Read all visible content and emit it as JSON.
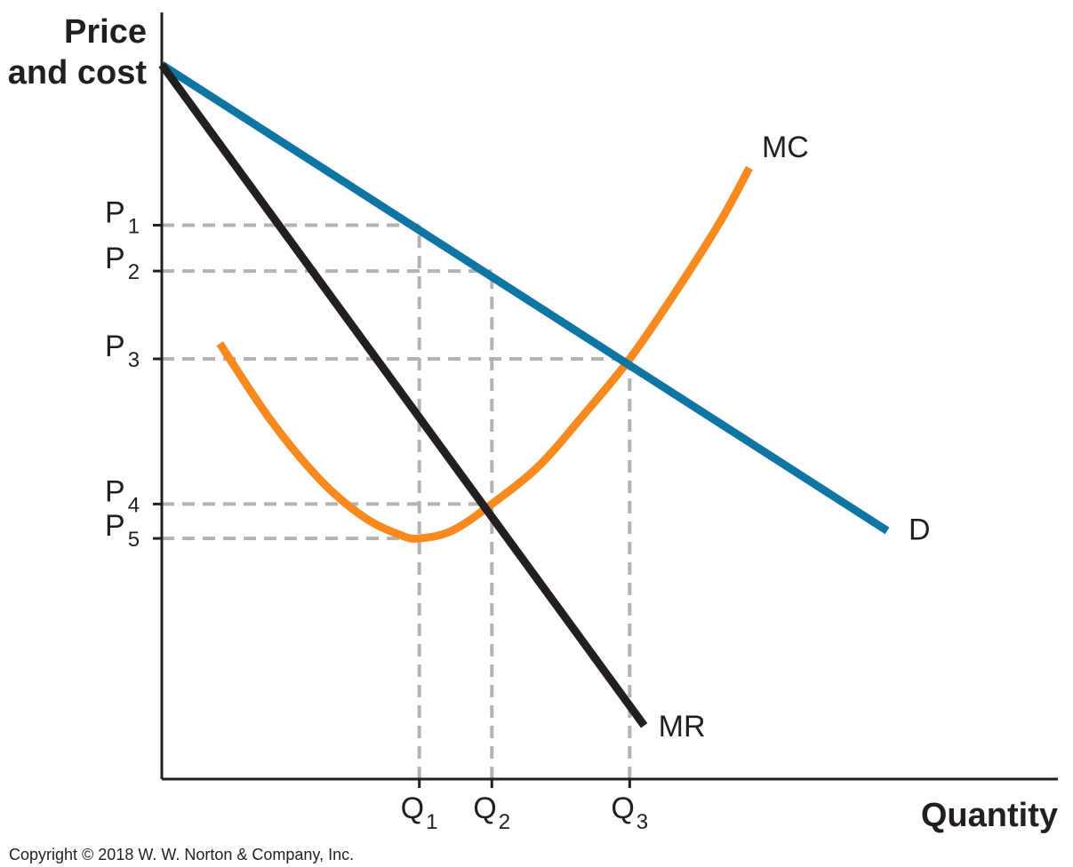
{
  "chart_data": {
    "type": "line",
    "ylabel_line1": "Price",
    "ylabel_line2": "and cost",
    "xlabel": "Quantity",
    "copyright": "Copyright © 2018 W. W. Norton & Company, Inc.",
    "y_ticks": [
      {
        "main": "P",
        "sub": "1",
        "value": 0.725
      },
      {
        "main": "P",
        "sub": "2",
        "value": 0.665
      },
      {
        "main": "P",
        "sub": "3",
        "value": 0.55
      },
      {
        "main": "P",
        "sub": "4",
        "value": 0.36
      },
      {
        "main": "P",
        "sub": "5",
        "value": 0.315
      }
    ],
    "x_ticks": [
      {
        "main": "Q",
        "sub": "1",
        "value": 0.355
      },
      {
        "main": "Q",
        "sub": "2",
        "value": 0.455
      },
      {
        "main": "Q",
        "sub": "3",
        "value": 0.645
      }
    ],
    "guides": [
      {
        "type": "h",
        "x_to": 0.355,
        "y": 0.725
      },
      {
        "type": "h",
        "x_to": 0.455,
        "y": 0.665
      },
      {
        "type": "h",
        "x_to": 0.645,
        "y": 0.55
      },
      {
        "type": "h",
        "x_to": 0.455,
        "y": 0.36
      },
      {
        "type": "h",
        "x_to": 0.355,
        "y": 0.315
      },
      {
        "type": "v",
        "x": 0.355,
        "y_to": 0.725
      },
      {
        "type": "v",
        "x": 0.455,
        "y_to": 0.665
      },
      {
        "type": "v",
        "x": 0.645,
        "y_to": 0.55
      }
    ],
    "series": [
      {
        "name": "D",
        "color": "#0f75a3",
        "x": [
          0.0,
          1.0
        ],
        "y": [
          0.935,
          0.325
        ]
      },
      {
        "name": "MR",
        "color": "#231f20",
        "x": [
          0.0,
          0.665
        ],
        "y": [
          0.935,
          0.07
        ]
      },
      {
        "name": "MC",
        "color": "#f7891f",
        "x": [
          0.08,
          0.15,
          0.22,
          0.28,
          0.33,
          0.355,
          0.4,
          0.455,
          0.52,
          0.58,
          0.645,
          0.71,
          0.77,
          0.81
        ],
        "y": [
          0.57,
          0.47,
          0.39,
          0.342,
          0.319,
          0.315,
          0.325,
          0.36,
          0.41,
          0.475,
          0.55,
          0.64,
          0.73,
          0.8
        ]
      }
    ],
    "xlim": [
      0,
      1.25
    ],
    "ylim": [
      0,
      1
    ],
    "colors": {
      "axis": "#231f20",
      "guide": "#b3b3b3",
      "demand": "#0f75a3",
      "marginal_revenue": "#231f20",
      "marginal_cost": "#f7891f"
    }
  }
}
